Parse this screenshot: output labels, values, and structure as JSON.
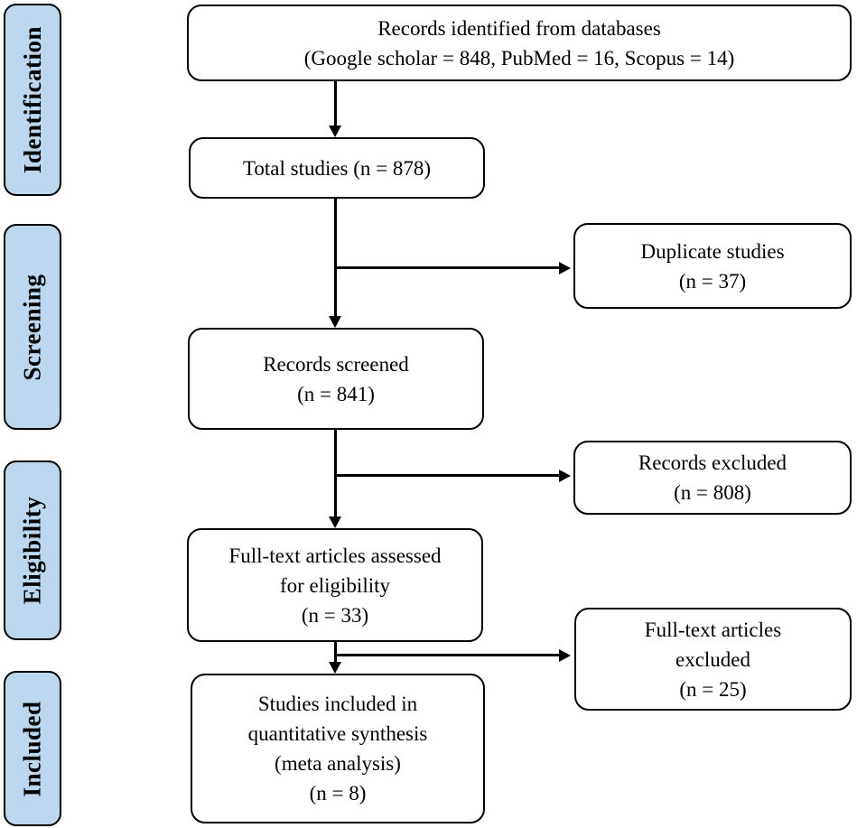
{
  "colors": {
    "stage_fill": "#bdd7ee",
    "line_color": "#000000",
    "node_fill": "#ffffff",
    "background": "#ffffff"
  },
  "stages": [
    {
      "label": "Identification"
    },
    {
      "label": "Screening"
    },
    {
      "label": "Eligibility"
    },
    {
      "label": "Included"
    }
  ],
  "boxes": {
    "records_identified": {
      "text": "Records identified from databases\n(Google scholar = 848, PubMed = 16, Scopus = 14)"
    },
    "total_studies": {
      "text": "Total studies (n = 878)"
    },
    "duplicate_studies": {
      "text": "Duplicate studies\n(n = 37)"
    },
    "records_screened": {
      "text": "Records screened\n(n = 841)"
    },
    "records_excluded": {
      "text": "Records excluded\n(n = 808)"
    },
    "fulltext_assessed": {
      "text": "Full-text articles assessed\nfor eligibility\n(n = 33)"
    },
    "fulltext_excluded": {
      "text": "Full-text articles\nexcluded\n(n = 25)"
    },
    "studies_included": {
      "text": "Studies included in\nquantitative synthesis\n(meta analysis)\n(n = 8)"
    }
  }
}
